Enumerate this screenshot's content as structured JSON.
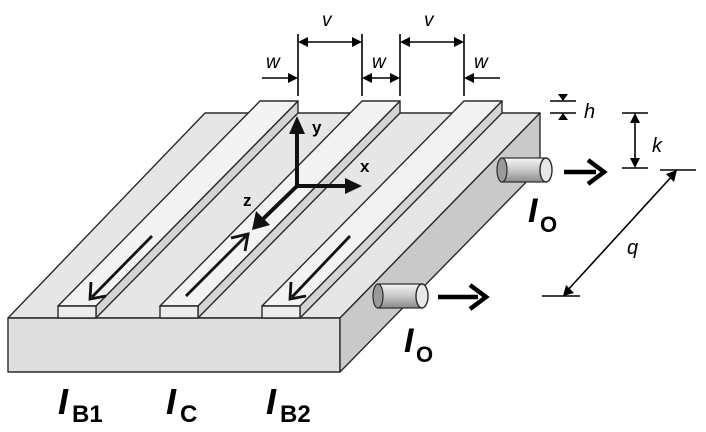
{
  "dimensions": {
    "w": "w",
    "v": "v",
    "h": "h",
    "k": "k",
    "q": "q"
  },
  "axes": {
    "x": "x",
    "y": "y",
    "z": "z"
  },
  "currents": {
    "b1": {
      "main": "I",
      "sub": "B1"
    },
    "c": {
      "main": "I",
      "sub": "C"
    },
    "b2": {
      "main": "I",
      "sub": "B2"
    },
    "o_upper": {
      "main": "I",
      "sub": "O"
    },
    "o_lower": {
      "main": "I",
      "sub": "O"
    }
  },
  "colors": {
    "slab_top": "#e6e6e6",
    "slab_front": "#dedede",
    "slab_side": "#c9c9c9",
    "strip_top": "#f3f3f3",
    "strip_side": "#d4d4d4",
    "outline": "#2a2a2a"
  }
}
